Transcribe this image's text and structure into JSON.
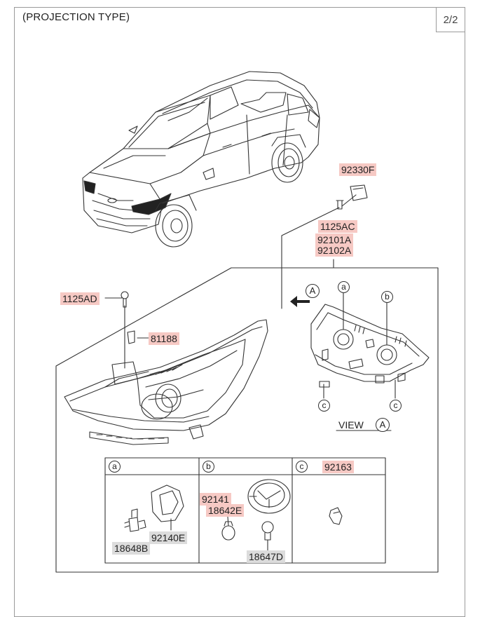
{
  "header": {
    "title": "(PROJECTION TYPE)",
    "page_indicator": "2/2"
  },
  "callouts": {
    "a": "a",
    "b": "b",
    "c": "c",
    "A": "A"
  },
  "view_label": "VIEW",
  "parts": {
    "p92330F": "92330F",
    "p1125AC": "1125AC",
    "p92101A": "92101A",
    "p92102A": "92102A",
    "p1125AD": "1125AD",
    "p81188": "81188",
    "p92163": "92163",
    "p92141": "92141",
    "p18642E": "18642E",
    "p92140E": "92140E",
    "p18648B": "18648B",
    "p18647D": "18647D"
  },
  "colors": {
    "highlight_red": "#f6c9c4",
    "highlight_gray": "#dcdcdc",
    "line": "#333333"
  }
}
